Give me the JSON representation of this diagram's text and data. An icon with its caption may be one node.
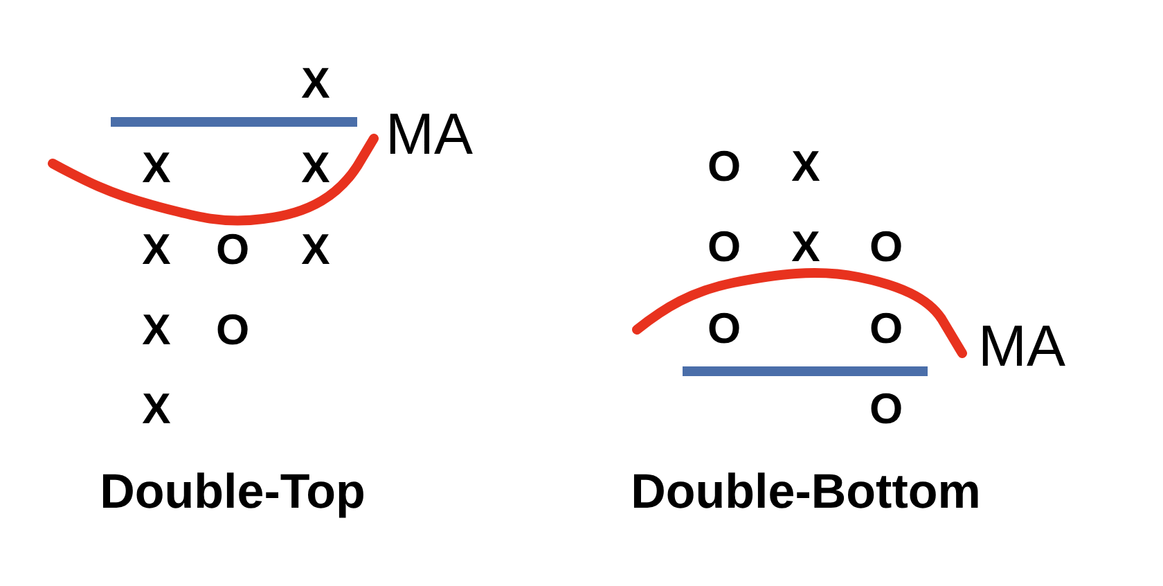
{
  "diagram": {
    "labels": [
      "X",
      "MA",
      "X",
      "X",
      "X",
      "O",
      "X",
      "X",
      "O",
      "X",
      "Double-Top",
      "O",
      "X",
      "O",
      "X",
      "O",
      "O",
      "O",
      "MA",
      "O",
      "Double-Bottom"
    ]
  }
}
